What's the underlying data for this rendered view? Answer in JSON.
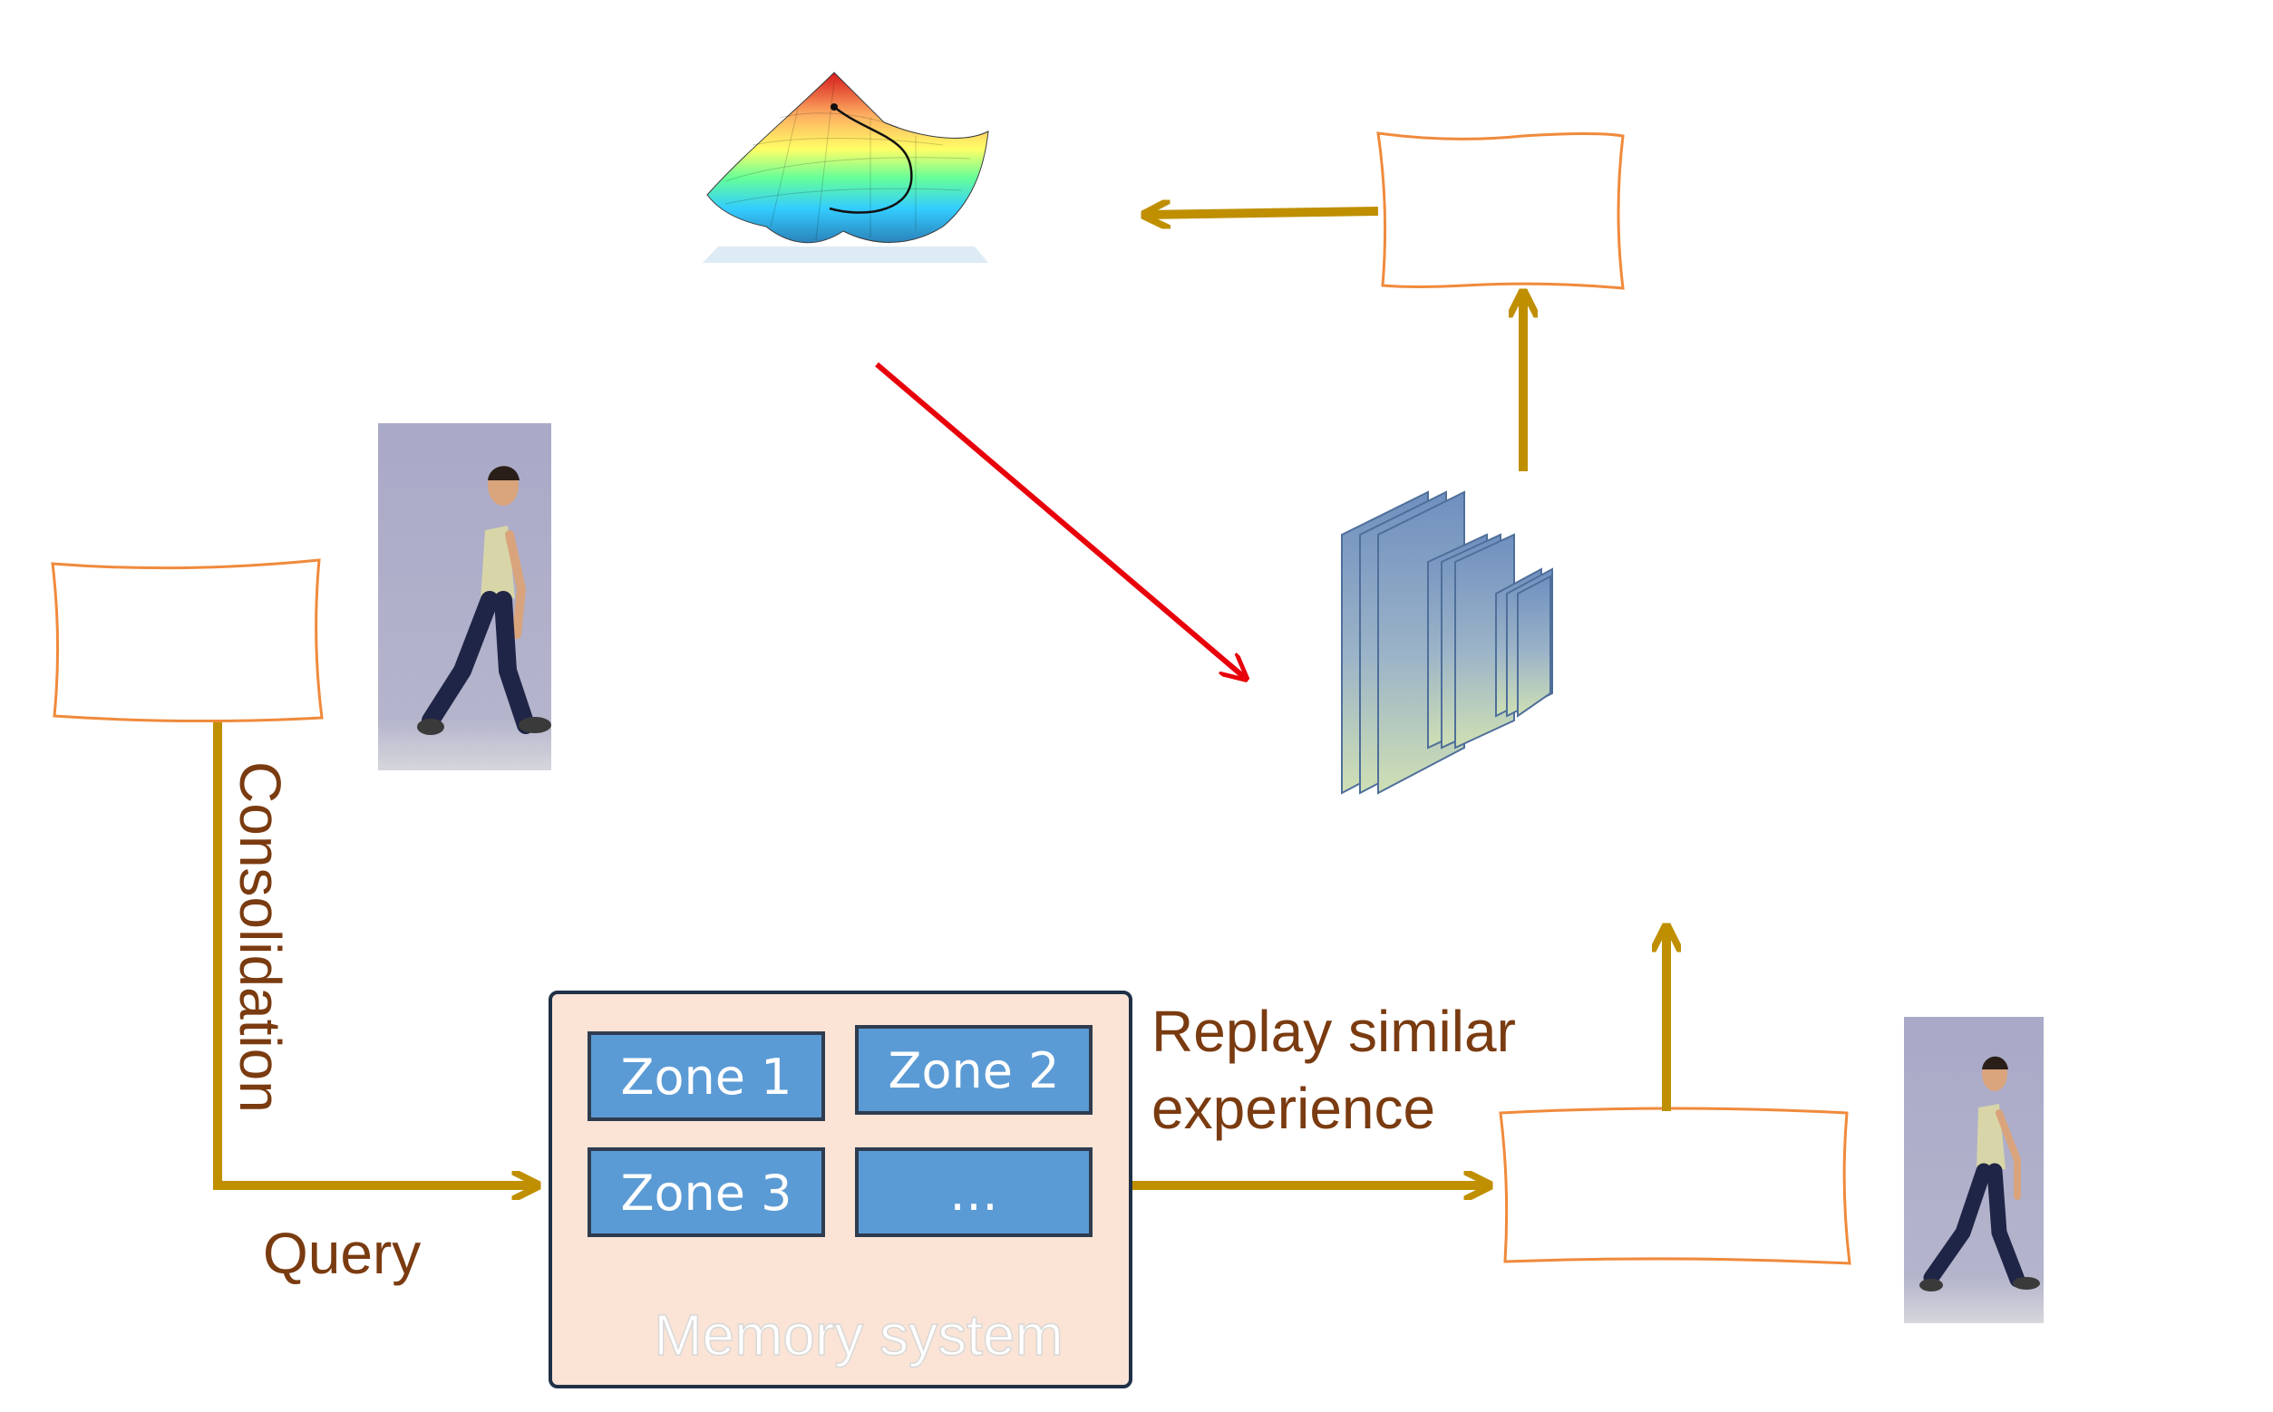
{
  "labels": {
    "consolidation": "Consolidation",
    "query": "Query",
    "replay_line1": "Replay similar",
    "replay_line2": "experience",
    "memory_system": "Memory system"
  },
  "zones": [
    {
      "label": "Zone 1"
    },
    {
      "label": "Zone 2"
    },
    {
      "label": "Zone 3"
    },
    {
      "label": "…"
    }
  ],
  "colors": {
    "arrow": "#bf8f00",
    "red_arrow": "#e8000b",
    "box_outline": "#f08a3c",
    "zone_fill": "#5b9bd5",
    "zone_border": "#2f3c4f",
    "memory_fill": "#fbe4d5",
    "memory_border": "#1f3147",
    "label_brown": "#7a3b10"
  },
  "icons": {
    "landscape": "loss-landscape-surface-icon",
    "network": "cnn-layers-icon",
    "walker": "walking-person-figure"
  }
}
